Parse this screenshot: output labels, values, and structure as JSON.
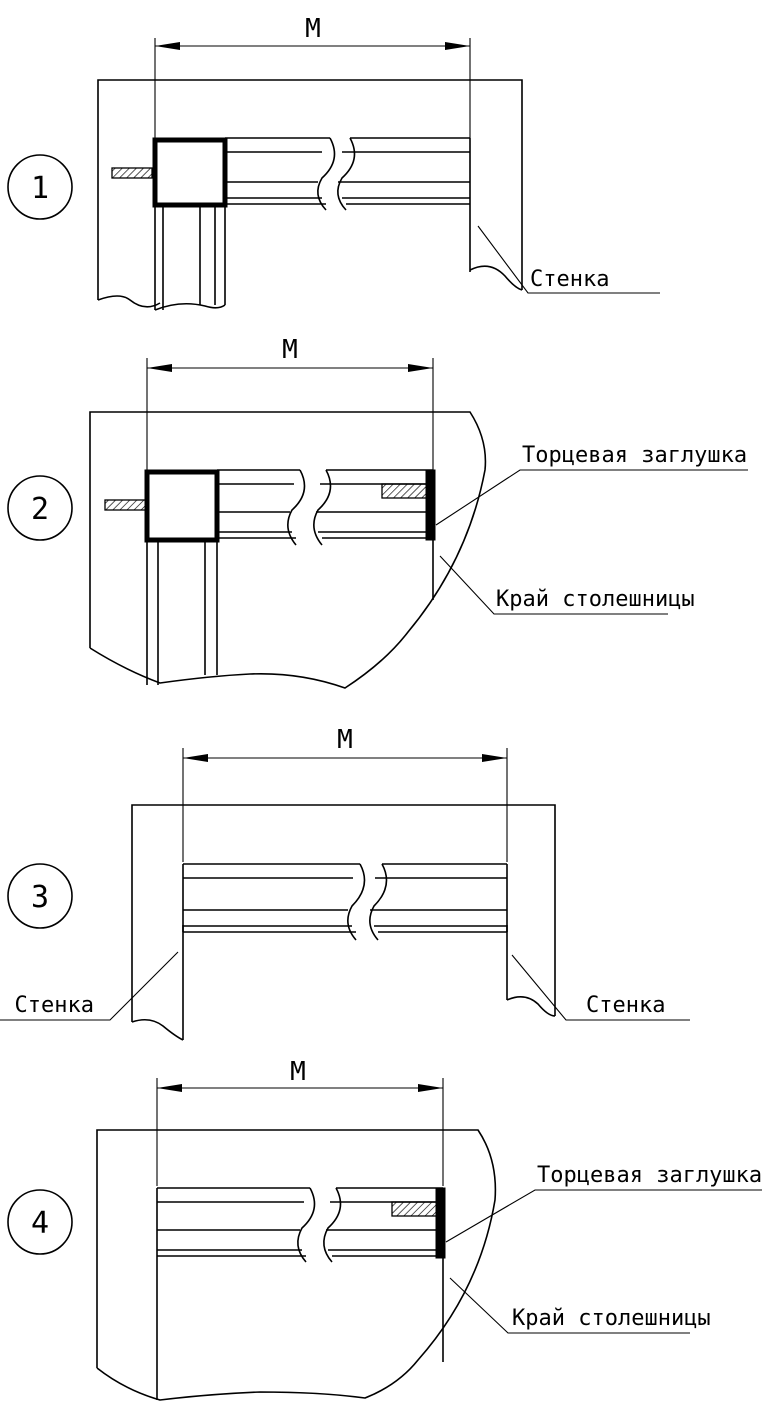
{
  "figures": [
    {
      "number": "1",
      "dimension": "M",
      "labels": [
        "Стенка"
      ]
    },
    {
      "number": "2",
      "dimension": "M",
      "labels": [
        "Торцевая заглушка",
        "Край столешницы"
      ]
    },
    {
      "number": "3",
      "dimension": "M",
      "labels": [
        "Стенка",
        "Стенка"
      ]
    },
    {
      "number": "4",
      "dimension": "M",
      "labels": [
        "Торцевая заглушка",
        "Край столешницы"
      ]
    }
  ]
}
